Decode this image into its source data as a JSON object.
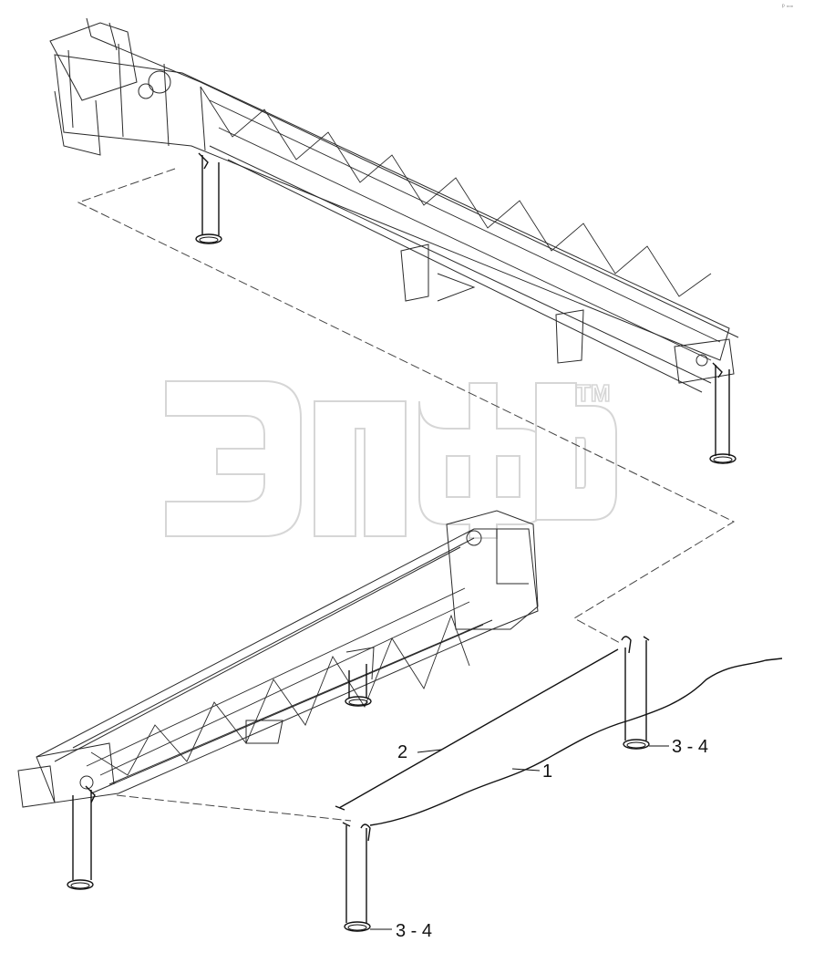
{
  "corner_mark": "ᵖ ▫▫▫",
  "watermark": {
    "brand": "ЭПФ",
    "trademark": "TM"
  },
  "callouts": {
    "part_1": "1",
    "part_2": "2",
    "parts_3_4_right": "3 - 4",
    "parts_3_4_bottom": "3 - 4"
  },
  "colors": {
    "line": "#222222",
    "watermark_stroke": "#d6d6d6"
  }
}
